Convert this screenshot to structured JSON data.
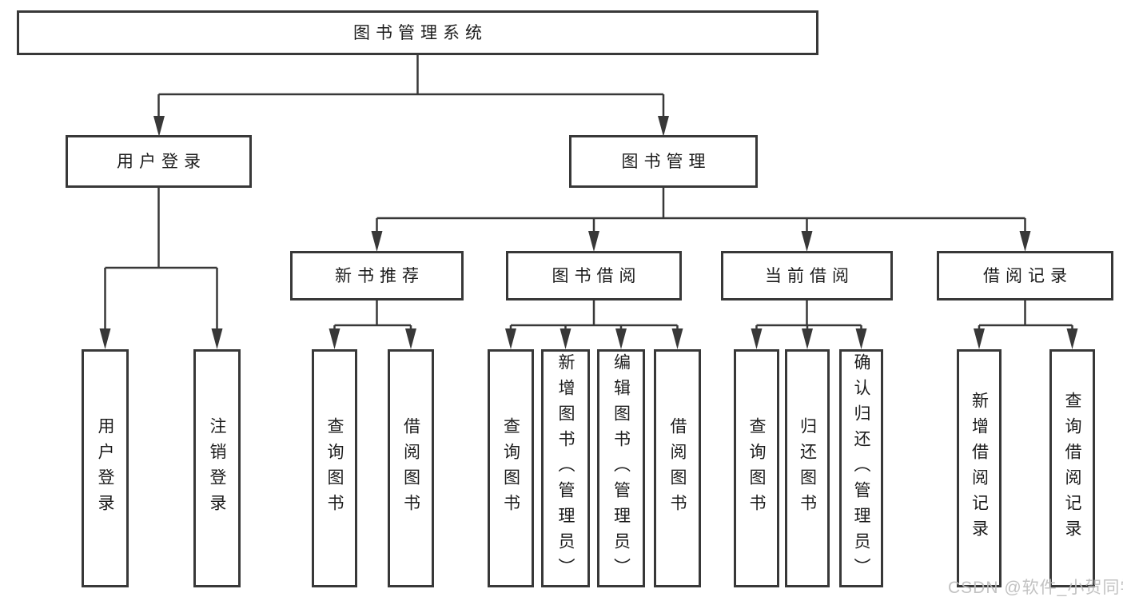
{
  "tree": {
    "label": "图书管理系统",
    "children": [
      {
        "label": "用户登录",
        "children": [
          {
            "label": "用户登录"
          },
          {
            "label": "注销登录"
          }
        ]
      },
      {
        "label": "图书管理",
        "children": [
          {
            "label": "新书推荐",
            "children": [
              {
                "label": "查询图书"
              },
              {
                "label": "借阅图书"
              }
            ]
          },
          {
            "label": "图书借阅",
            "children": [
              {
                "label": "查询图书"
              },
              {
                "label": "新增图书（管理员）"
              },
              {
                "label": "编辑图书（管理员）"
              },
              {
                "label": "借阅图书"
              }
            ]
          },
          {
            "label": "当前借阅",
            "children": [
              {
                "label": "查询图书"
              },
              {
                "label": "归还图书"
              },
              {
                "label": "确认归还（管理员）"
              }
            ]
          },
          {
            "label": "借阅记录",
            "children": [
              {
                "label": "新增借阅记录"
              },
              {
                "label": "查询借阅记录"
              }
            ]
          }
        ]
      }
    ]
  },
  "watermark": {
    "text": "CSDN @软件_小贺同学"
  },
  "colors": {
    "line": "#383838",
    "box_border": "#383838",
    "box_fill": "#ffffff",
    "text": "#1c1c1c",
    "watermark": "#bdbdbd",
    "background": "#ffffff"
  }
}
